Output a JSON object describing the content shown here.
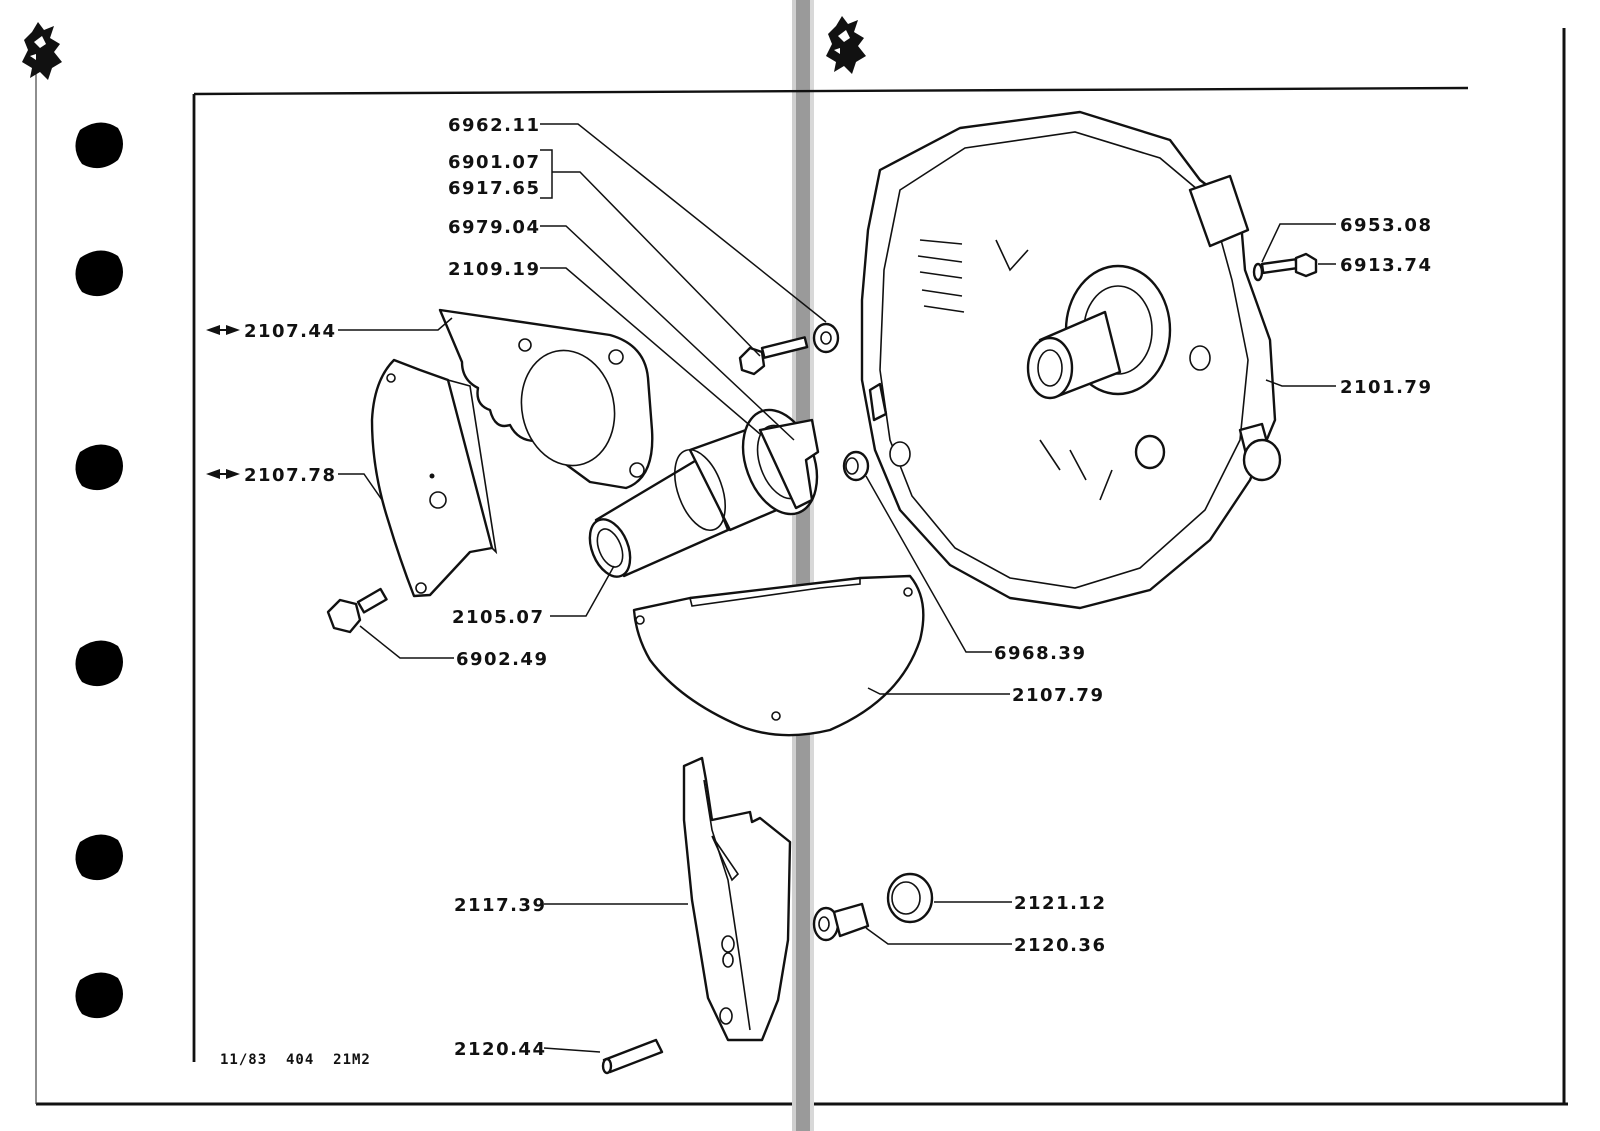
{
  "page": {
    "footer_code": "11/83  404  21M2",
    "brand_icon": "peugeot-lion-emblem",
    "binder_holes": 6
  },
  "callouts": [
    {
      "id": "c-6962-11",
      "ref": "6962.11",
      "description": "washer"
    },
    {
      "id": "c-6901-07",
      "ref": "6901.07",
      "description": "bolt"
    },
    {
      "id": "c-6917-65",
      "ref": "6917.65",
      "description": "bolt (alternate)"
    },
    {
      "id": "c-6979-04",
      "ref": "6979.04",
      "description": "clip"
    },
    {
      "id": "c-2109-19",
      "ref": "2109.19",
      "description": "bearing"
    },
    {
      "id": "c-2107-44",
      "ref": "2107.44",
      "description": "gasket",
      "marker": "double-arrow"
    },
    {
      "id": "c-2107-78",
      "ref": "2107.78",
      "description": "side plate",
      "marker": "double-arrow"
    },
    {
      "id": "c-2105-07",
      "ref": "2105.07",
      "description": "guide tube"
    },
    {
      "id": "c-6902-49",
      "ref": "6902.49",
      "description": "hex bolt"
    },
    {
      "id": "c-6953-08",
      "ref": "6953.08",
      "description": "washer"
    },
    {
      "id": "c-6913-74",
      "ref": "6913.74",
      "description": "bolt"
    },
    {
      "id": "c-2101-79",
      "ref": "2101.79",
      "description": "clutch housing"
    },
    {
      "id": "c-6968-39",
      "ref": "6968.39",
      "description": "dowel"
    },
    {
      "id": "c-2107-79",
      "ref": "2107.79",
      "description": "cover plate"
    },
    {
      "id": "c-2117-39",
      "ref": "2117.39",
      "description": "release fork"
    },
    {
      "id": "c-2121-12",
      "ref": "2121.12",
      "description": "rubber boot"
    },
    {
      "id": "c-2120-36",
      "ref": "2120.36",
      "description": "ball stud"
    },
    {
      "id": "c-2120-44",
      "ref": "2120.44",
      "description": "pin"
    }
  ]
}
